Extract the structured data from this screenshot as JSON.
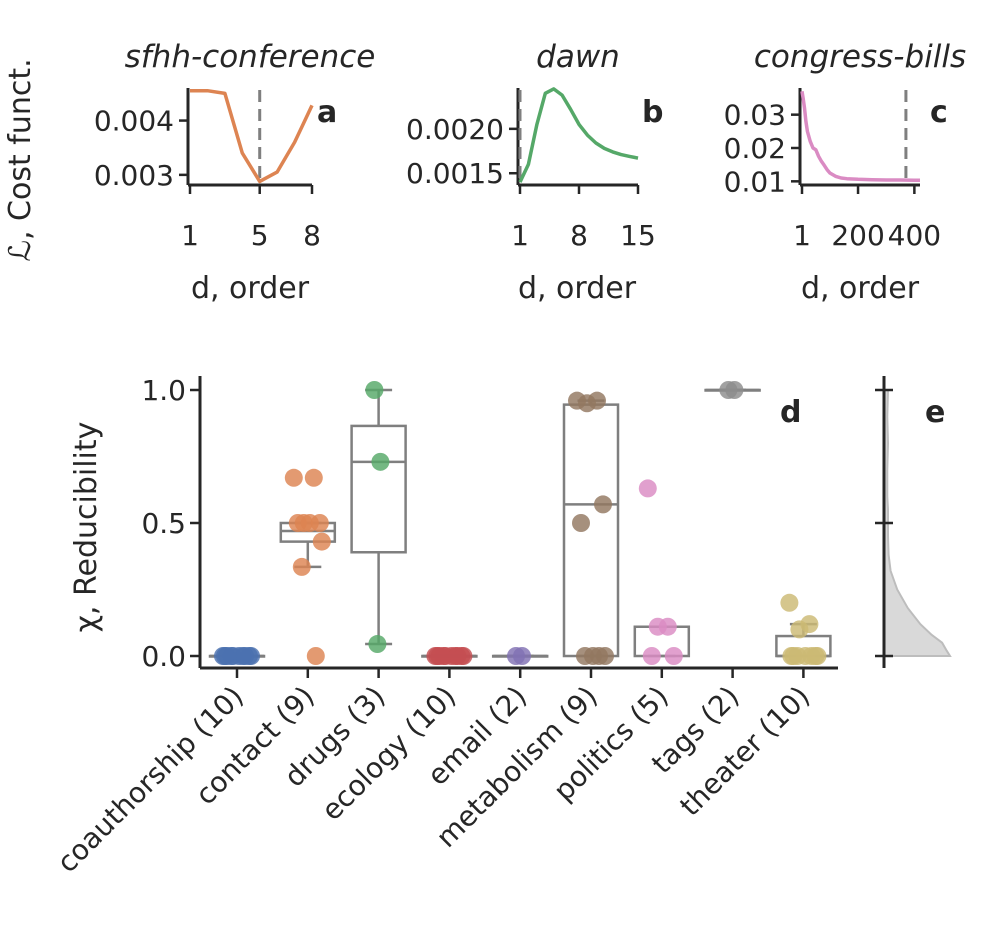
{
  "chart_data": [
    {
      "panel": "a",
      "type": "line",
      "title": "sfhh-conference",
      "xlabel": "d, order",
      "ylabel": "ℒ, Cost funct.",
      "xticks": [
        1,
        5,
        8
      ],
      "yticks": [
        0.003,
        0.004
      ],
      "ytick_labels": [
        "0.003",
        "0.004"
      ],
      "xlim": [
        1,
        8
      ],
      "ylim": [
        0.00285,
        0.0046
      ],
      "color": "#dd8452",
      "x": [
        1,
        2,
        3,
        4,
        5,
        6,
        7,
        8
      ],
      "y": [
        0.00455,
        0.00455,
        0.0045,
        0.0034,
        0.00288,
        0.00305,
        0.0036,
        0.00428
      ],
      "marker_x": 5
    },
    {
      "panel": "b",
      "type": "line",
      "title": "dawn",
      "xlabel": "d, order",
      "xticks": [
        1,
        8,
        15
      ],
      "yticks": [
        0.0015,
        0.002
      ],
      "ytick_labels": [
        "0.0015",
        "0.0020"
      ],
      "xlim": [
        1,
        15
      ],
      "ylim": [
        0.00139,
        0.00246
      ],
      "color": "#55a868",
      "x": [
        1,
        2,
        3,
        4,
        5,
        6,
        7,
        8,
        9,
        10,
        11,
        12,
        13,
        14,
        15
      ],
      "y": [
        0.0014,
        0.0016,
        0.00205,
        0.0024,
        0.00245,
        0.00238,
        0.00222,
        0.00205,
        0.00193,
        0.00184,
        0.00178,
        0.00174,
        0.00171,
        0.00169,
        0.00167
      ],
      "marker_x": 1
    },
    {
      "panel": "c",
      "type": "line",
      "title": "congress-bills",
      "xlabel": "d, order",
      "xticks": [
        1,
        200,
        400
      ],
      "yticks": [
        0.01,
        0.02,
        0.03
      ],
      "ytick_labels": [
        "0.01",
        "0.02",
        "0.03"
      ],
      "xlim": [
        1,
        420
      ],
      "ylim": [
        0.0095,
        0.038
      ],
      "color": "#da8bc3",
      "x": [
        1,
        5,
        10,
        15,
        20,
        30,
        40,
        50,
        60,
        70,
        80,
        90,
        100,
        120,
        140,
        160,
        200,
        250,
        300,
        350,
        400,
        420
      ],
      "y": [
        0.037,
        0.035,
        0.032,
        0.028,
        0.025,
        0.022,
        0.02,
        0.0195,
        0.0175,
        0.016,
        0.0148,
        0.0135,
        0.0125,
        0.0115,
        0.011,
        0.0108,
        0.0106,
        0.0105,
        0.0104,
        0.0104,
        0.0103,
        0.0103
      ],
      "marker_x": 370
    },
    {
      "panel": "d",
      "type": "box_strip",
      "ylabel": "χ, Reducibility",
      "yticks": [
        0.0,
        0.5,
        1.0
      ],
      "ytick_labels": [
        "0.0",
        "0.5",
        "1.0"
      ],
      "ylim": [
        -0.05,
        1.05
      ],
      "categories": [
        "coauthorship (10)",
        "contact (9)",
        "drugs (3)",
        "ecology (10)",
        "email (2)",
        "metabolism (9)",
        "politics (5)",
        "tags (2)",
        "theater (10)"
      ],
      "colors": [
        "#4c72b0",
        "#dd8452",
        "#55a868",
        "#c44e52",
        "#8172b3",
        "#937860",
        "#da8bc3",
        "#8c8c8c",
        "#ccb974"
      ],
      "boxes": [
        {
          "q1": 0.0,
          "median": 0.0,
          "q3": 0.0,
          "whislo": 0.0,
          "whishi": 0.0
        },
        {
          "q1": 0.43,
          "median": 0.47,
          "q3": 0.5,
          "whislo": 0.335,
          "whishi": 0.5
        },
        {
          "q1": 0.39,
          "median": 0.73,
          "q3": 0.865,
          "whislo": 0.045,
          "whishi": 1.0
        },
        {
          "q1": 0.0,
          "median": 0.0,
          "q3": 0.0,
          "whislo": 0.0,
          "whishi": 0.0
        },
        {
          "q1": 0.0,
          "median": 0.0,
          "q3": 0.0,
          "whislo": 0.0,
          "whishi": 0.0
        },
        {
          "q1": 0.0,
          "median": 0.57,
          "q3": 0.945,
          "whislo": 0.0,
          "whishi": 0.96
        },
        {
          "q1": 0.0,
          "median": 0.11,
          "q3": 0.11,
          "whislo": 0.0,
          "whishi": 0.11
        },
        {
          "q1": 1.0,
          "median": 1.0,
          "q3": 1.0,
          "whislo": 1.0,
          "whishi": 1.0
        },
        {
          "q1": 0.0,
          "median": 0.0,
          "q3": 0.075,
          "whislo": 0.0,
          "whishi": 0.12
        }
      ],
      "points": [
        [
          0,
          0,
          0,
          0,
          0,
          0,
          0,
          0,
          0,
          0
        ],
        [
          0.67,
          0.67,
          0.5,
          0.5,
          0.5,
          0.5,
          0.43,
          0.335,
          0.0
        ],
        [
          1.0,
          0.73,
          0.045
        ],
        [
          0,
          0,
          0,
          0,
          0,
          0,
          0,
          0,
          0,
          0
        ],
        [
          0,
          0
        ],
        [
          0.96,
          0.96,
          0.95,
          0.57,
          0.5,
          0.0,
          0.0,
          0.0,
          0.0
        ],
        [
          0.63,
          0.11,
          0.11,
          0.0,
          0.0
        ],
        [
          1.0,
          1.0
        ],
        [
          0.2,
          0.12,
          0.1,
          0.0,
          0.0,
          0.0,
          0.0,
          0.0,
          0.0,
          0.0
        ]
      ]
    },
    {
      "panel": "e",
      "type": "area",
      "description_values": "density of χ",
      "y": [
        0.0,
        0.02,
        0.05,
        0.08,
        0.12,
        0.18,
        0.25,
        0.32,
        0.38,
        0.45,
        0.5,
        0.55,
        0.6,
        0.7,
        0.8,
        0.9,
        1.0
      ],
      "density": [
        1.0,
        0.95,
        0.88,
        0.72,
        0.55,
        0.36,
        0.2,
        0.1,
        0.07,
        0.06,
        0.06,
        0.06,
        0.05,
        0.05,
        0.06,
        0.05,
        0.06
      ],
      "color": "#d9d9d9"
    }
  ]
}
